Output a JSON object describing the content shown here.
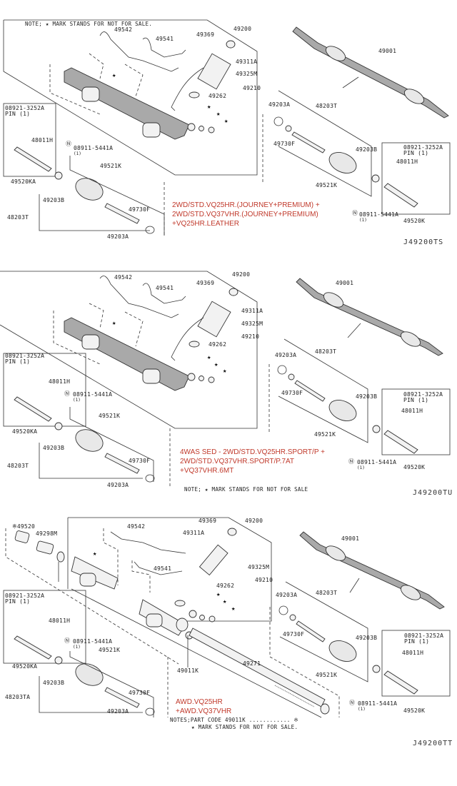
{
  "panels": [
    {
      "code": "J49200TS",
      "note": "NOTE; ★ MARK STANDS FOR NOT FOR SALE.",
      "applicability": [
        "2WD/STD.VQ25HR.(JOURNEY+PREMIUM) +",
        "2WD/STD.VQ37VHR.(JOURNEY+PREMIUM)",
        "+VQ25HR.LEATHER"
      ],
      "labels": {
        "p49542": "49542",
        "p49541": "49541",
        "p49369": "49369",
        "p49200": "49200",
        "p49311a": "49311A",
        "p49325m": "49325M",
        "p49210": "49210",
        "p49262": "49262",
        "p49001": "49001",
        "pin_left": "08921-3252A",
        "pin_left_qty": "PIN (1)",
        "p48011h_left": "48011H",
        "nut_left": "08911-5441A",
        "nut_left_qty": "(1)",
        "p49520ka": "49520KA",
        "p49521k_left": "49521K",
        "p49203b_left": "49203B",
        "p49730f_left": "49730F",
        "p48203t_left": "48203T",
        "p49203a_left": "49203A",
        "p49203a_right": "49203A",
        "p48203t_right": "48203T",
        "p49730f_right": "49730F",
        "p49203b_right": "49203B",
        "p49521k_right": "49521K",
        "pin_right": "08921-3252A",
        "pin_right_qty": "PIN (1)",
        "p48011h_right": "48011H",
        "nut_right": "08911-5441A",
        "nut_right_qty": "(1)",
        "p49520k": "49520K"
      }
    },
    {
      "code": "J49200TU",
      "note": "NOTE; ★ MARK STANDS FOR NOT FOR SALE",
      "applicability": [
        "4WAS SED - 2WD/STD.VQ25HR.SPORT/P +",
        "2WD/STD.VQ37VHR.SPORT/P.7AT",
        "+VQ37VHR.6MT"
      ],
      "labels": {
        "p49542": "49542",
        "p49541": "49541",
        "p49369": "49369",
        "p49200": "49200",
        "p49311a": "49311A",
        "p49325m": "49325M",
        "p49210": "49210",
        "p49262": "49262",
        "p49001": "49001",
        "pin_left": "08921-3252A",
        "pin_left_qty": "PIN (1)",
        "p48011h_left": "48011H",
        "nut_left": "08911-5441A",
        "nut_left_qty": "(1)",
        "p49520ka": "49520KA",
        "p49521k_left": "49521K",
        "p49203b_left": "49203B",
        "p49730f_left": "49730F",
        "p48203t_left": "48203T",
        "p49203a_left": "49203A",
        "p49203a_right": "49203A",
        "p48203t_right": "48203T",
        "p49730f_right": "49730F",
        "p49203b_right": "49203B",
        "p49521k_right": "49521K",
        "pin_right": "08921-3252A",
        "pin_right_qty": "PIN (1)",
        "p48011h_right": "48011H",
        "nut_right": "08911-5441A",
        "nut_right_qty": "(1)",
        "p49520k": "49520K"
      }
    },
    {
      "code": "J49200TT",
      "note_part_code": "NOTES;PART CODE 49011K ............ ※",
      "note": "★ MARK STANDS FOR NOT FOR SALE.",
      "applicability": [
        "AWD.VQ25HR",
        "+AWD.VQ37VHR"
      ],
      "labels": {
        "p49520": "※49520",
        "p49298m": "49298M",
        "p49542": "49542",
        "p49541": "49541",
        "p49369": "49369",
        "p49200": "49200",
        "p49311a": "49311A",
        "p49325m": "49325M",
        "p49210": "49210",
        "p49262": "49262",
        "p49001": "49001",
        "p49011k": "49011K",
        "p49271": "49271",
        "pin_left": "08921-3252A",
        "pin_left_qty": "PIN (1)",
        "p48011h_left": "48011H",
        "nut_left": "08911-5441A",
        "nut_left_qty": "(1)",
        "p49520ka": "49520KA",
        "p49521k_left": "49521K",
        "p49203b_left": "49203B",
        "p49730f_left": "49730F",
        "p48203ta_left": "48203TA",
        "p49203a_left": "49203A",
        "p49203a_right": "49203A",
        "p48203t_right": "48203T",
        "p49730f_right": "49730F",
        "p49203b_right": "49203B",
        "p49521k_right": "49521K",
        "pin_right": "08921-3252A",
        "pin_right_qty": "PIN (1)",
        "p48011h_right": "48011H",
        "nut_right": "08911-5441A",
        "nut_right_qty": "(1)",
        "p49520k": "49520K"
      }
    }
  ]
}
